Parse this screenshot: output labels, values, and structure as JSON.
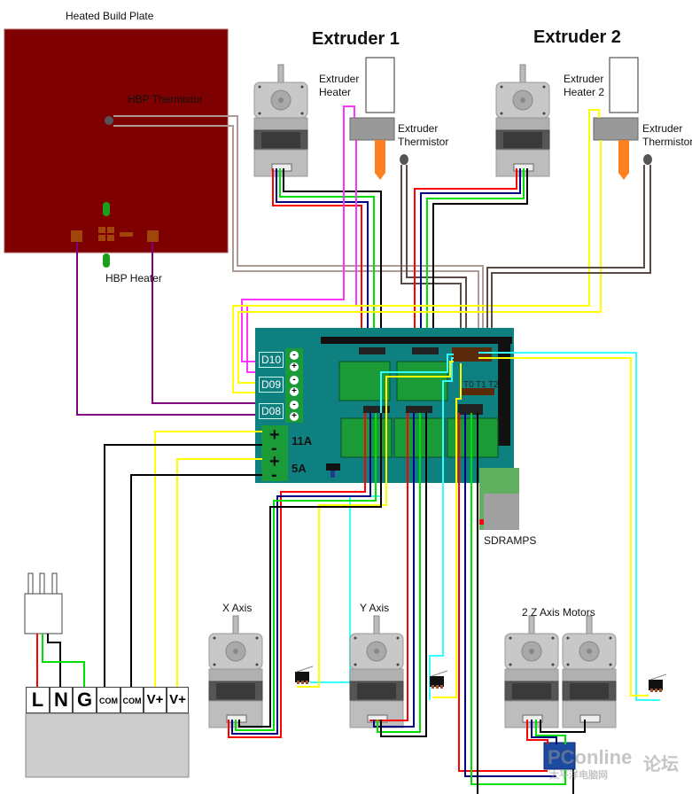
{
  "title": "RAMPS wiring diagram",
  "labels": {
    "heated_build_plate": "Heated Build Plate",
    "hbp_thermistor": "HBP Thermistor",
    "hbp_heater": "HBP Heater",
    "extruder1_title": "Extruder 1",
    "extruder2_title": "Extruder 2",
    "extruder_heater_1a": "Extruder",
    "extruder_heater_1b": "Heater",
    "extruder_heater_2a": "Extruder",
    "extruder_heater_2b": "Heater 2",
    "extruder_thermistor_1a": "Extruder",
    "extruder_thermistor_1b": "Thermistor",
    "extruder_thermistor_2a": "Extruder",
    "extruder_thermistor_2b": "Thermistor",
    "x_axis": "X Axis",
    "y_axis": "Y Axis",
    "z_axis": "2 Z Axis Motors",
    "sdramps": "SDRAMPS"
  },
  "board": {
    "outputs": [
      "D10",
      "D09",
      "D08"
    ],
    "minus": "-",
    "plus": "+",
    "power_11a": "11A",
    "power_5a": "5A",
    "thermistor_headers": [
      "T0",
      "T1",
      "T2"
    ],
    "color": "#0f8080"
  },
  "psu": {
    "terminals": [
      "L",
      "N",
      "G",
      "COM",
      "COM",
      "V+",
      "V+"
    ]
  },
  "watermark": {
    "brand": "PConline",
    "suffix": "论坛",
    "sub": "太平洋电脑网"
  },
  "colors": {
    "plate": "#7f0000",
    "board": "#0f8080",
    "wire_red": "#ff0000",
    "wire_blue": "#000080",
    "wire_green": "#00e000",
    "wire_black": "#000000",
    "wire_magenta": "#ff33ff",
    "wire_yellow": "#ffff00",
    "wire_cyan": "#33ffff",
    "wire_purple": "#800080",
    "wire_tan": "#b09a95",
    "wire_brown": "#5a4a48"
  }
}
